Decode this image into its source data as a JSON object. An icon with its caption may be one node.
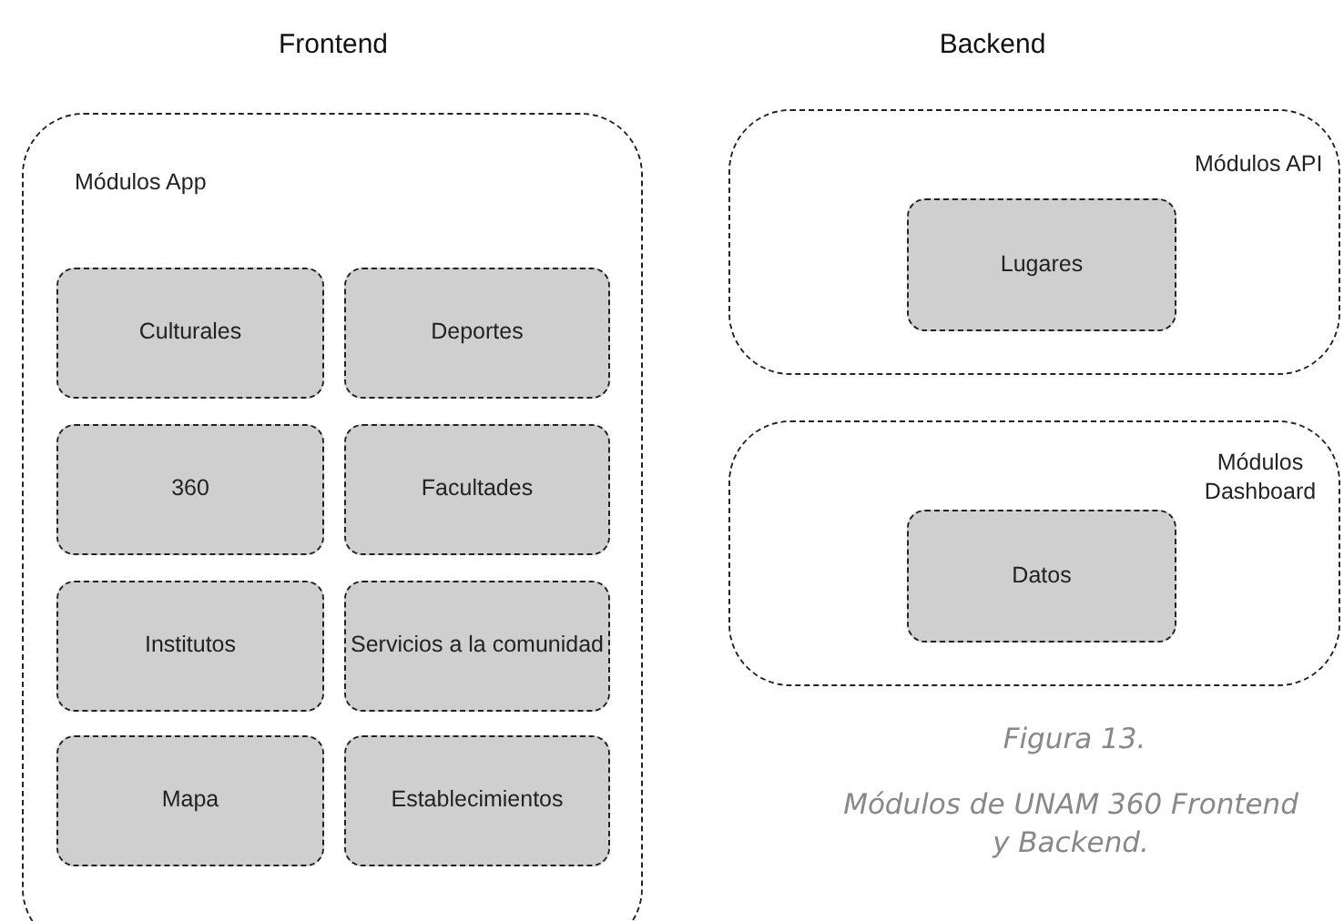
{
  "diagram": {
    "caption": "Módulos de UNAM 360 Frontend y Backend.",
    "nodes": [
      {
        "text": [
          "Módulos App"
        ]
      },
      {
        "text": [
          "Culturales"
        ],
        "in": 0
      },
      {
        "text": [
          "Deportes"
        ],
        "in": 0
      },
      {
        "text": [
          "360"
        ],
        "in": 0
      },
      {
        "text": [
          "Facultades"
        ],
        "in": 0
      },
      {
        "text": [
          "Institutos"
        ],
        "in": 0
      },
      {
        "text": [
          "Servicios a la comunidad"
        ],
        "in": 0
      },
      {
        "text": [
          "Mapa"
        ],
        "in": 0
      },
      {
        "text": [
          "Establecimientos"
        ],
        "in": 0
      },
      {
        "text": [
          "Módulos API"
        ]
      },
      {
        "text": [
          "Lugares"
        ],
        "in": 9
      },
      {
        "text": [
          "Módulos Dashboard"
        ]
      },
      {
        "text": [
          "Datos"
        ],
        "in": 11
      }
    ],
    "labels": [
      "Frontend",
      "Backend",
      "Figura 13."
    ]
  }
}
